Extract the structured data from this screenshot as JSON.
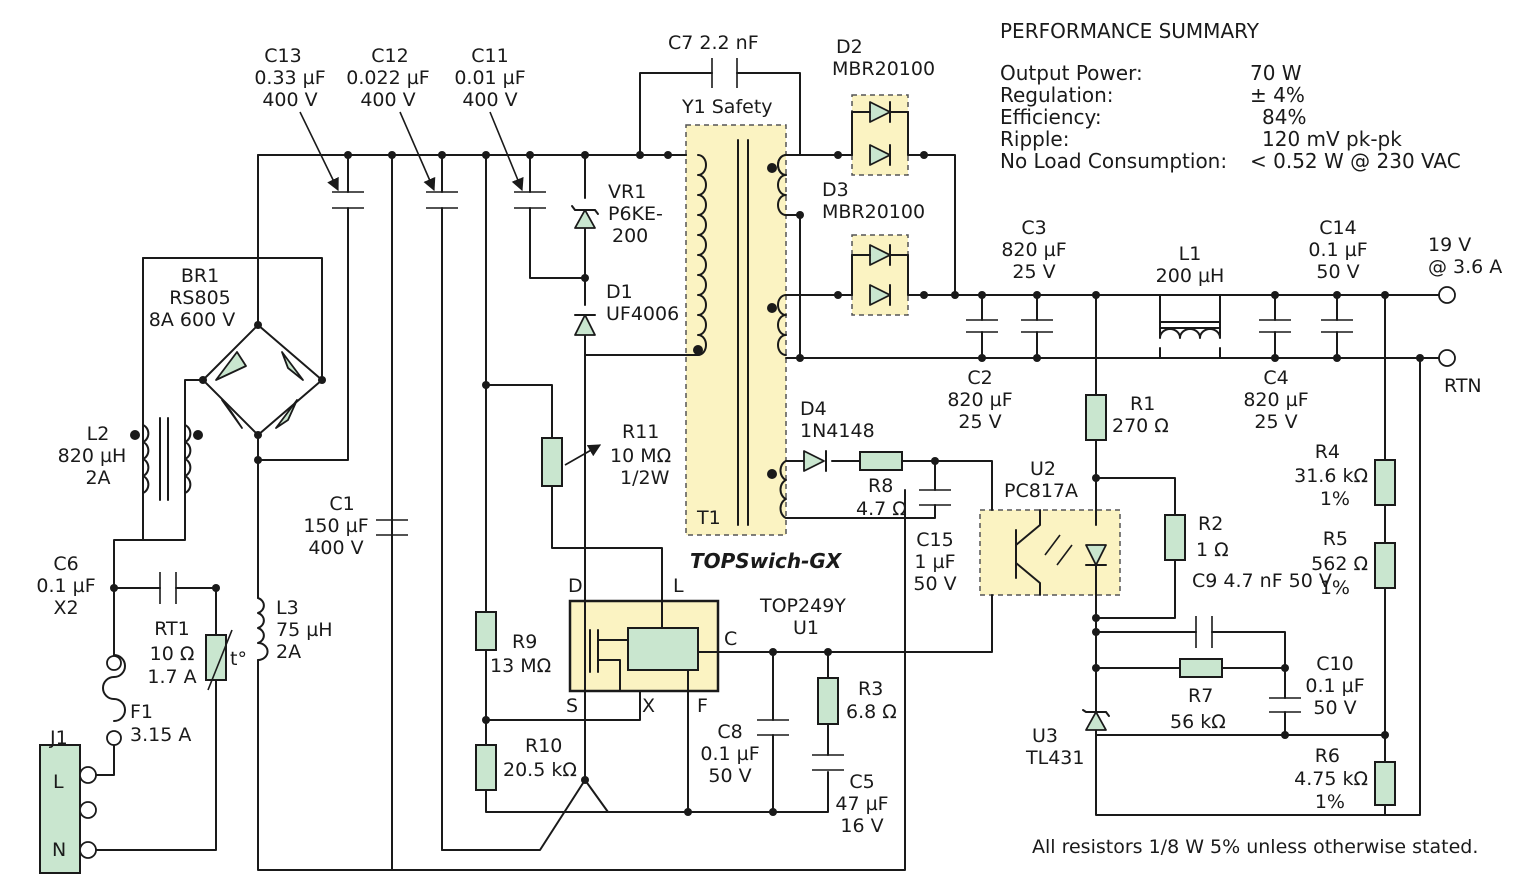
{
  "summary": {
    "title": "PERFORMANCE SUMMARY",
    "rows": [
      {
        "label": "Output Power:",
        "value": "70 W"
      },
      {
        "label": "Regulation:",
        "value": "± 4%"
      },
      {
        "label": "Efficiency:",
        "value": "84%"
      },
      {
        "label": "Ripple:",
        "value": "120 mV pk-pk"
      },
      {
        "label": "No Load Consumption:",
        "value": "< 0.52 W @ 230 VAC"
      }
    ]
  },
  "footnote": "All resistors 1/8 W 5% unless otherwise stated.",
  "controller": {
    "brand": "TOPSwich-GX",
    "part": "TOP249Y",
    "ref": "U1",
    "pins": {
      "d": "D",
      "l": "L",
      "c": "C",
      "s": "S",
      "x": "X",
      "f": "F"
    }
  },
  "transformer": {
    "ref": "T1",
    "label": "Y1 Safety"
  },
  "outputs": {
    "pos": [
      "19 V",
      "@ 3.6 A"
    ],
    "rtn": "RTN"
  },
  "connector": {
    "ref": "J1",
    "pins": [
      "L",
      "N"
    ]
  },
  "comp": {
    "c13": [
      "C13",
      "0.33 µF",
      "400 V"
    ],
    "c12": [
      "C12",
      "0.022 µF",
      "400 V"
    ],
    "c11": [
      "C11",
      "0.01 µF",
      "400 V"
    ],
    "c7": "C7  2.2 nF",
    "d2": [
      "D2",
      "MBR20100"
    ],
    "d3": [
      "D3",
      "MBR20100"
    ],
    "vr1": [
      "VR1",
      "P6KE-",
      "200"
    ],
    "d1": [
      "D1",
      "UF4006"
    ],
    "br1": [
      "BR1",
      "RS805",
      "8A 600 V"
    ],
    "l2": [
      "L2",
      "820 µH",
      "2A"
    ],
    "c1": [
      "C1",
      "150 µF",
      "400 V"
    ],
    "c6": [
      "C6",
      "0.1 µF",
      "X2"
    ],
    "rt1": [
      "RT1",
      "10 Ω",
      "1.7 A"
    ],
    "rt1sym": "t°",
    "f1": [
      "F1",
      "3.15 A"
    ],
    "l3": [
      "L3",
      "75 µH",
      "2A"
    ],
    "r11": [
      "R11",
      "10 MΩ",
      "1/2W"
    ],
    "r9": [
      "R9",
      "13 MΩ"
    ],
    "r10": [
      "R10",
      "20.5 kΩ"
    ],
    "d4": [
      "D4",
      "1N4148"
    ],
    "r8": [
      "R8",
      "4.7 Ω"
    ],
    "c15": [
      "C15",
      "1 µF",
      "50 V"
    ],
    "c8": [
      "C8",
      "0.1 µF",
      "50 V"
    ],
    "r3": [
      "R3",
      "6.8 Ω"
    ],
    "c5": [
      "C5",
      "47 µF",
      "16 V"
    ],
    "c3": [
      "C3",
      "820 µF",
      "25 V"
    ],
    "c2": [
      "C2",
      "820 µF",
      "25 V"
    ],
    "l1": [
      "L1",
      "200 µH"
    ],
    "c14": [
      "C14",
      "0.1 µF",
      "50 V"
    ],
    "c4": [
      "C4",
      "820 µF",
      "25 V"
    ],
    "r1": [
      "R1",
      "270 Ω"
    ],
    "u2": [
      "U2",
      "PC817A"
    ],
    "r2": [
      "R2",
      "1 Ω"
    ],
    "c9": "C9  4.7 nF 50 V",
    "r7": [
      "R7",
      "56 kΩ"
    ],
    "c10": [
      "C10",
      "0.1 µF",
      "50 V"
    ],
    "u3": [
      "U3",
      "TL431"
    ],
    "r4": [
      "R4",
      "31.6 kΩ",
      "1%"
    ],
    "r5": [
      "R5",
      "562 Ω",
      "1%"
    ],
    "r6": [
      "R6",
      "4.75 kΩ",
      "1%"
    ]
  }
}
